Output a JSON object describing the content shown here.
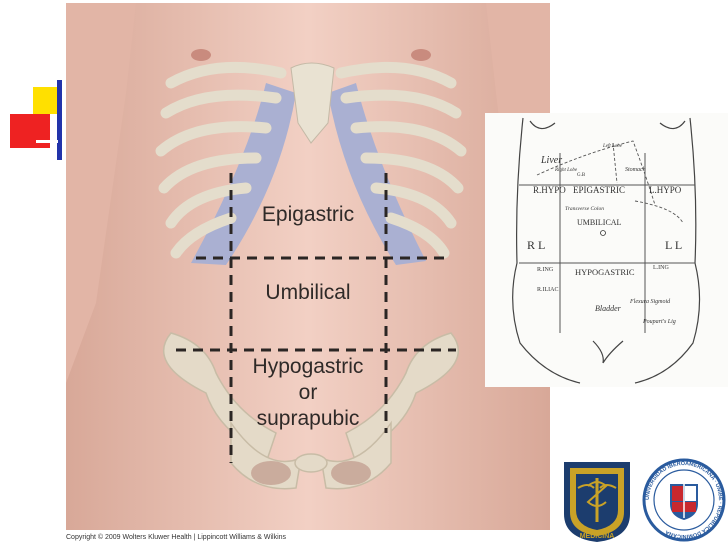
{
  "slide": {
    "accent_colors": {
      "yellow": "#ffe000",
      "red": "#ee2222",
      "blue": "#2233aa"
    }
  },
  "main_diagram": {
    "regions": {
      "epigastric": "Epigastric",
      "umbilical": "Umbilical",
      "hypogastric_line1": "Hypogastric",
      "hypogastric_line2": "or",
      "hypogastric_line3": "suprapubic"
    },
    "copyright": "Copyright © 2009 Wolters Kluwer Health | Lippincott Williams & Wilkins"
  },
  "sketch": {
    "labels": {
      "liver": "Liver",
      "right_lobe": "Right Lobe",
      "left_lobe": "Left Lobe",
      "stomach": "Stomach",
      "gb": "G.B",
      "r_hypo": "R.HYPO",
      "epigastric": "EPIGASTRIC",
      "l_hypo": "L.HYPO",
      "transverse_colon": "Transverse Colon",
      "umbilical": "UMBILICAL",
      "rl": "R L",
      "ll": "L L",
      "r_ing": "R.ING",
      "hypogastric": "HYPOGASTRIC",
      "l_ing": "L.ING",
      "r_iliac": "R.ILIAC",
      "bladder": "Bladder",
      "flexura_sigmoid": "Flexura Sigmoid",
      "pouparts_lig": "Poupart's Lig"
    }
  },
  "logos": {
    "medicina": {
      "text": "MEDICINA",
      "colors": {
        "navy": "#1c3d6e",
        "gold": "#c9a227"
      }
    },
    "university": {
      "ring_text": "UNIVERSIDAD IBEROAMERICANA · UNIBE · REPUBLICA DOMINICANA",
      "colors": {
        "blue": "#2a5b9e",
        "red": "#c8282e"
      }
    }
  }
}
